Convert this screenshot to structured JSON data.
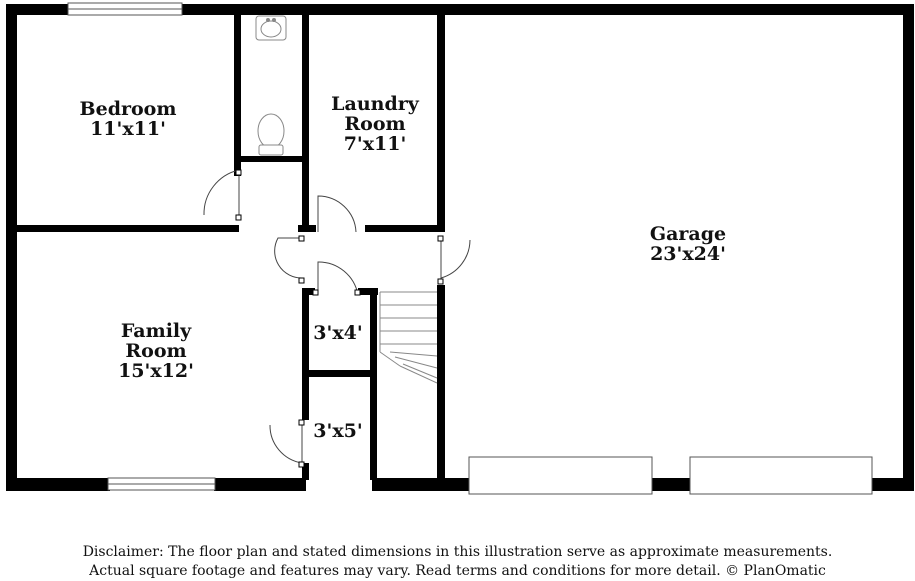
{
  "rooms": {
    "bedroom": {
      "name": "Bedroom",
      "dims": "11'x11'"
    },
    "laundry": {
      "name_line1": "Laundry",
      "name_line2": "Room",
      "dims": "7'x11'"
    },
    "garage": {
      "name": "Garage",
      "dims": "23'x24'"
    },
    "family": {
      "name_line1": "Family",
      "name_line2": "Room",
      "dims": "15'x12'"
    },
    "closet_a": {
      "dims": "3'x4'"
    },
    "closet_b": {
      "dims": "3'x5'"
    }
  },
  "disclaimer": {
    "line1": "Disclaimer: The floor plan and stated dimensions in this illustration serve as approximate measurements.",
    "line2": "Actual square footage and features may vary. Read terms and conditions for more detail. © PlanOmatic"
  },
  "colors": {
    "wall": "#000000",
    "fixture": "#888888",
    "background": "#ffffff"
  }
}
